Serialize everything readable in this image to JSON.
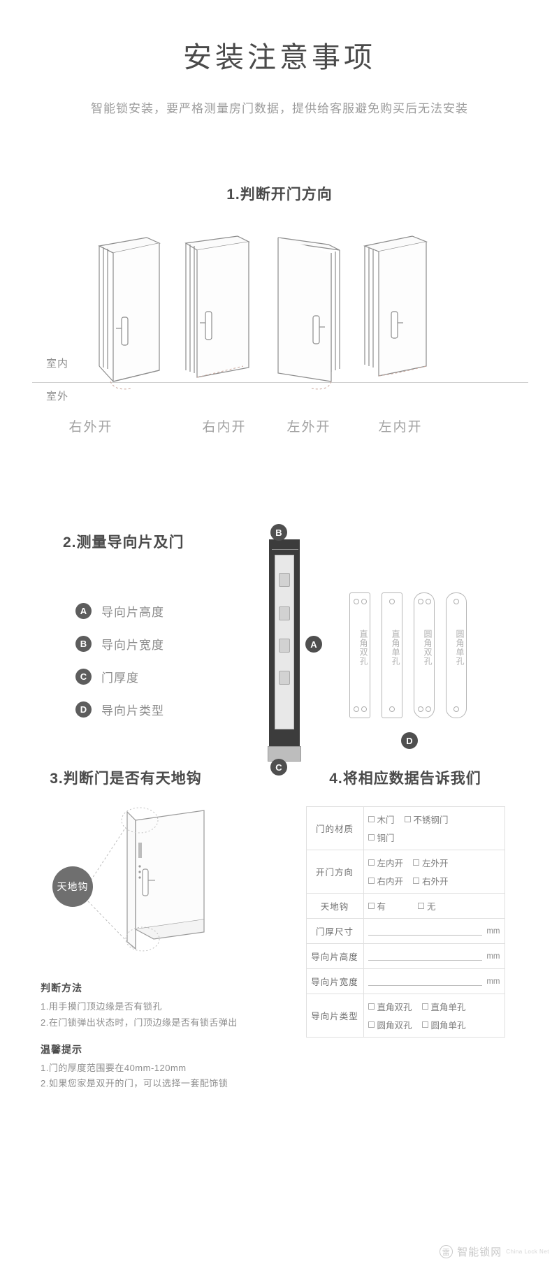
{
  "header": {
    "title": "安装注意事项",
    "subtitle": "智能锁安装，要严格测量房门数据，提供给客服避免购买后无法安装"
  },
  "section1": {
    "title": "1.判断开门方向",
    "indoor_label": "室内",
    "outdoor_label": "室外",
    "doors": [
      {
        "caption": "右外开"
      },
      {
        "caption": "右内开"
      },
      {
        "caption": "左外开"
      },
      {
        "caption": "左内开"
      }
    ]
  },
  "section2": {
    "title": "2.测量导向片及门",
    "items": [
      {
        "badge": "A",
        "label": "导向片高度"
      },
      {
        "badge": "B",
        "label": "导向片宽度"
      },
      {
        "badge": "C",
        "label": "门厚度"
      },
      {
        "badge": "D",
        "label": "导向片类型"
      }
    ],
    "markers": {
      "a": "A",
      "b": "B",
      "c": "C",
      "d": "D"
    },
    "plates": [
      {
        "label": "直角双孔",
        "corner": "square",
        "holes": 2
      },
      {
        "label": "直角单孔",
        "corner": "square",
        "holes": 1
      },
      {
        "label": "圆角双孔",
        "corner": "round",
        "holes": 2
      },
      {
        "label": "圆角单孔",
        "corner": "round",
        "holes": 1
      }
    ]
  },
  "section3": {
    "title": "3.判断门是否有天地钩",
    "hook_badge": "天地钩",
    "method_heading": "判断方法",
    "method_items": [
      "1.用手摸门顶边缘是否有锁孔",
      "2.在门锁弹出状态时，门顶边缘是否有锁舌弹出"
    ],
    "tips_heading": "温馨提示",
    "tips_items": [
      "1.门的厚度范围要在40mm-120mm",
      "2.如果您家是双开的门，可以选择一套配饰锁"
    ]
  },
  "section4": {
    "title": "4.将相应数据告诉我们",
    "rows": [
      {
        "label": "门的材质",
        "type": "options",
        "option_rows": [
          [
            "木门",
            "不锈钢门"
          ],
          [
            "铜门"
          ]
        ]
      },
      {
        "label": "开门方向",
        "type": "options",
        "option_rows": [
          [
            "左内开",
            "左外开"
          ],
          [
            "右内开",
            "右外开"
          ]
        ]
      },
      {
        "label": "天地钩",
        "type": "options",
        "option_rows": [
          [
            "有",
            "无"
          ]
        ]
      },
      {
        "label": "门厚尺寸",
        "type": "blank",
        "unit": "mm"
      },
      {
        "label": "导向片高度",
        "type": "blank",
        "unit": "mm"
      },
      {
        "label": "导向片宽度",
        "type": "blank",
        "unit": "mm"
      },
      {
        "label": "导向片类型",
        "type": "options",
        "option_rows": [
          [
            "直角双孔",
            "直角单孔"
          ],
          [
            "圆角双孔",
            "圆角单孔"
          ]
        ]
      }
    ]
  },
  "watermark": {
    "icon": "雷",
    "text": "智能锁网",
    "sub": "China Lock Net"
  },
  "colors": {
    "title": "#4a4a4a",
    "muted": "#9b9b9b",
    "badge": "#5d5d5d",
    "frame_dark": "#3c3c3c",
    "line": "#cfcfcf"
  }
}
